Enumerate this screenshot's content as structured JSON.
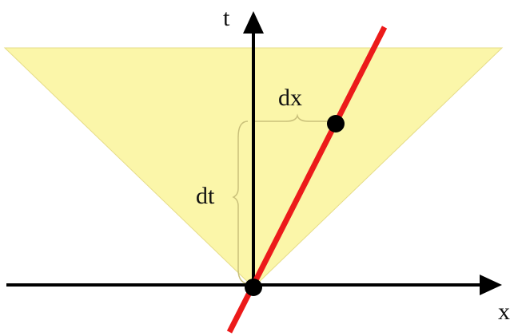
{
  "diagram": {
    "axis_labels": {
      "time": "t",
      "space": "x"
    },
    "interval_labels": {
      "spatial": "dx",
      "temporal": "dt"
    },
    "colors": {
      "light_cone_fill": "#fbf6a9",
      "light_cone_edge": "#e6dc88",
      "worldline": "#ec1a1a",
      "axes": "#000000",
      "event_dot": "#000000",
      "brace": "#c9c07a",
      "background": "#ffffff"
    }
  }
}
